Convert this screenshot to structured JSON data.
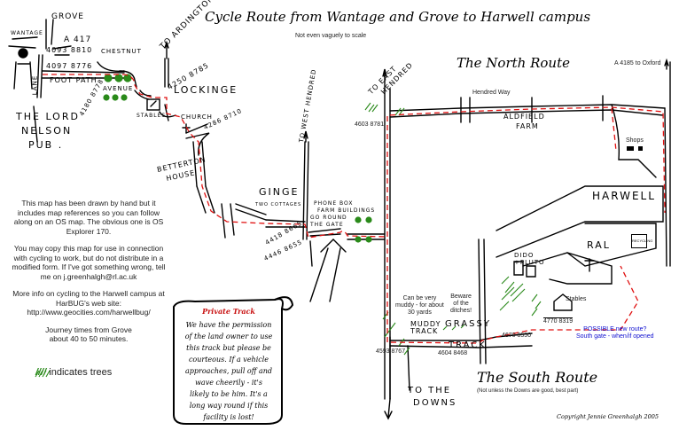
{
  "header": {
    "title": "Cycle Route from Wantage and Grove to Harwell campus",
    "subtitle": "Not even vaguely to scale"
  },
  "colors": {
    "route": "#e01010",
    "trees": "#2a8a1a",
    "road": "#000000",
    "note_blue": "#1010d0",
    "private_heading": "#c81010"
  },
  "labels": {
    "grove": "GROVE",
    "wantage": "WANTAGE",
    "a417": "A 417",
    "ref_4093": "4093 8810",
    "ref_4097": "4097 8776",
    "chestnut": "CHESTNUT",
    "avenue": "AVENUE",
    "footpath": "FOOT PATH",
    "lane": "LANE",
    "ref_4180": "4180 8778",
    "lord_nelson": [
      "THE LORD",
      "NELSON",
      "PUB ."
    ],
    "to_ardington": "TO ARDINGTON",
    "ref_4250": "4250 8785",
    "lockinge": "LOCKINGE",
    "stables_left": "STABLES",
    "church": "CHURCH",
    "ref_4286": "4286 8710",
    "betterton_house": [
      "BETTERTON",
      "HOUSE"
    ],
    "to_west_hendred": "TO WEST HENDRED",
    "ginge": "GINGE",
    "two_cottages": "TWO COTTAGES",
    "phone_box": "PHONE BOX",
    "farm_buildings": "FARM BUILDINGS",
    "go_round_gate": [
      "GO ROUND",
      "THE GATE"
    ],
    "ref_4418": "4418 8665",
    "ref_4446": "4446 8655",
    "to_east_hendred": [
      "TO EAST",
      "HENDRED"
    ],
    "ref_4603": "4603 8781",
    "north_route": "The North Route",
    "a4185": "A 4185 to Oxford",
    "hendred_way": "Hendred Way",
    "aldfield_farm": [
      "ALDFIELD",
      "FARM"
    ],
    "shops": "Shops",
    "harwell": "HARWELL",
    "ral": "RAL",
    "dido_pluto": [
      "DIDO",
      "+PLUTO"
    ],
    "stables_right": "Stables",
    "ref_4770": "4770 8319",
    "ref_4670": "4670 8550",
    "possible_route": [
      "POSSIBLE new route?",
      "South gate - when/if opened"
    ],
    "muddy_note": [
      "Can be very",
      "muddy - for about",
      "30 yards"
    ],
    "ditches_note": [
      "Beware",
      "of the",
      "ditches!"
    ],
    "muddy_track": [
      "MUDDY",
      "TRACK"
    ],
    "grassy": "GRASSY",
    "track": "TRACK",
    "ref_4593": "4593 8767",
    "ref_4604": "4604 8468",
    "to_the_downs": [
      "TO THE",
      "DOWNS"
    ],
    "south_route": "The South Route",
    "south_note": "(Not unless the Downs are good, best part)",
    "copyright": "Copyright Jennie Greenhalgh 2005",
    "recycling": "RECYCLING"
  },
  "info_panel": {
    "paragraphs": [
      "This map has been drawn by hand but it includes map references so you can follow along on an OS map. The obvious one is OS Explorer 170.",
      "You may copy this map for use in connection with cycling to work, but do not distribute in a modified form. If I've got something wrong, tell me on j.greenhalgh@rl.ac.uk",
      "More info on cycling to the Harwell campus at HarBUG's web site:",
      "http://www.geocities.com/harwellbug/",
      "Journey times from Grove about 40 to 50 minutes."
    ],
    "legend_symbol": "////",
    "legend_text": "indicates trees"
  },
  "scroll": {
    "heading": "Private Track",
    "text": "We have the permission of the land owner to use this track but please be courteous. If a vehicle approaches, pull off and wave cheerily - it's likely to be him. It's a long way round if this facility is lost!"
  }
}
